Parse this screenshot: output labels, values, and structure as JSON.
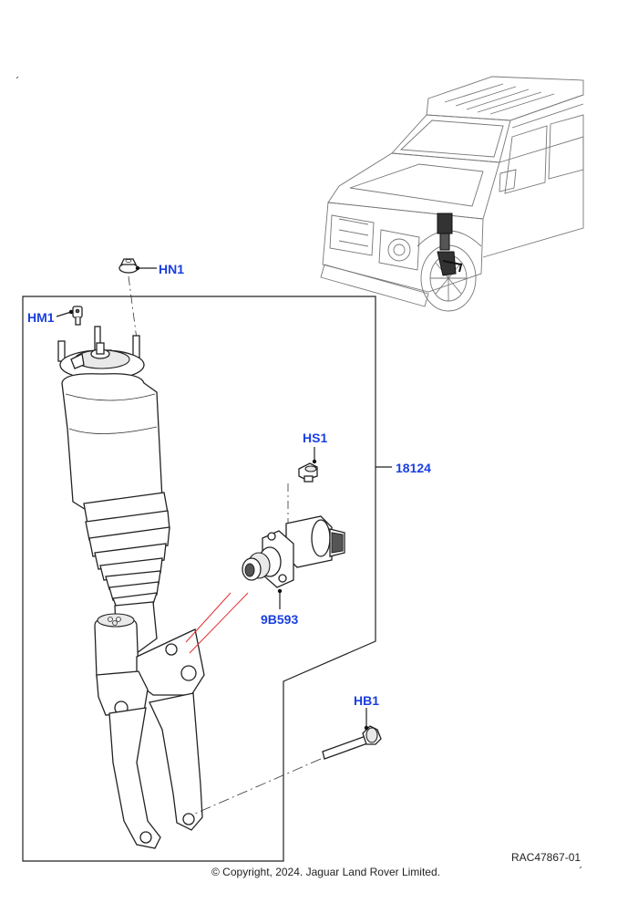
{
  "callouts": {
    "hn1": "HN1",
    "hm1": "HM1",
    "hs1": "HS1",
    "assembly": "18124",
    "valve": "9B593",
    "hb1": "HB1"
  },
  "footer": {
    "reference": "RAC47867-01",
    "copyright": "© Copyright, 2024. Jaguar Land Rover Limited."
  },
  "colors": {
    "callout": "#1a3fe0",
    "leader_red": "#e03030",
    "line": "#222222"
  }
}
